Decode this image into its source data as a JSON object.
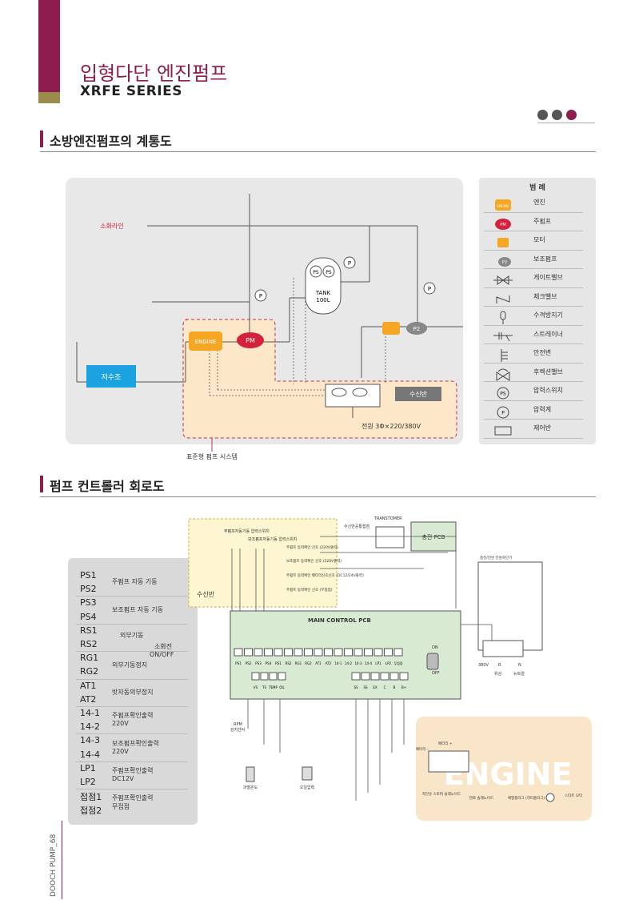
{
  "header": {
    "title_kr": "입형다단 엔진펌프",
    "title_en": "XRFE SERIES"
  },
  "colors": {
    "accent": "#8c1d4e",
    "gold": "#9a8d4c",
    "dot_gray": "#555555"
  },
  "section1": {
    "title": "소방엔진펌프의 계통도"
  },
  "diagram1": {
    "fire_line": "소화라인",
    "water_tank": "저수조",
    "engine": "ENGINE",
    "pm": "PM",
    "tank_line1": "TANK",
    "tank_line2": "100L",
    "ps": "PS",
    "p": "P",
    "p2": "P2",
    "receiver": "수신반",
    "power": "전원 3Φ×220/380V",
    "standard_label": "표준형 펌프 시스템"
  },
  "legend": {
    "title": "범 례",
    "items": [
      {
        "label": "엔진",
        "icon": "engine-icon",
        "text": "ENGINE"
      },
      {
        "label": "주펌프",
        "icon": "main-pump-icon",
        "text": "PM"
      },
      {
        "label": "모터",
        "icon": "motor-icon",
        "text": ""
      },
      {
        "label": "보조펌프",
        "icon": "aux-pump-icon",
        "text": "P2"
      },
      {
        "label": "게이트밸브",
        "icon": "gate-valve-icon",
        "text": ""
      },
      {
        "label": "체크밸브",
        "icon": "check-valve-icon",
        "text": ""
      },
      {
        "label": "수격방지기",
        "icon": "water-hammer-arrestor-icon",
        "text": ""
      },
      {
        "label": "스트레이너",
        "icon": "strainer-icon",
        "text": ""
      },
      {
        "label": "안전변",
        "icon": "safety-valve-icon",
        "text": ""
      },
      {
        "label": "후렉션밸브",
        "icon": "flexion-valve-icon",
        "text": ""
      },
      {
        "label": "압력스위치",
        "icon": "pressure-switch-icon",
        "text": "PS"
      },
      {
        "label": "압력계",
        "icon": "pressure-gauge-icon",
        "text": "P"
      },
      {
        "label": "제어반",
        "icon": "control-panel-icon",
        "text": ""
      }
    ]
  },
  "section2": {
    "title": "펌프 컨트롤러 회로도"
  },
  "table": {
    "rows": [
      {
        "code": "PS1"
      },
      {
        "code": "PS2"
      },
      {
        "code": "PS3"
      },
      {
        "code": "PS4"
      },
      {
        "code": "RS1"
      },
      {
        "code": "RS2"
      },
      {
        "code": "RG1"
      },
      {
        "code": "RG2"
      },
      {
        "code": "AT1"
      },
      {
        "code": "AT2"
      },
      {
        "code": "14-1"
      },
      {
        "code": "14-2"
      },
      {
        "code": "14-3"
      },
      {
        "code": "14-4"
      },
      {
        "code": "LP1"
      },
      {
        "code": "LP2"
      },
      {
        "code": "접점1"
      },
      {
        "code": "접점2"
      }
    ],
    "desc": {
      "ps12": "주펌프 자동 기동",
      "ps34": "보조펌프 자동 기동",
      "rs": "외부기동",
      "rg": "외부기동정지",
      "fire_onoff_1": "소화전",
      "fire_onoff_2": "ON/OFF",
      "at": "밧자동의부정지",
      "d141_1": "주펌프확인출력",
      "d141_2": "220V",
      "d143_1": "보조펌프확인출력",
      "d143_2": "220V",
      "lp_1": "주펌프확인출력",
      "lp_2": "DC12V",
      "cp_1": "주펌프확인출력",
      "cp_2": "무접점"
    }
  },
  "circuit": {
    "receiver": "수신반",
    "main_pcb": "MAIN CONTROL PCB",
    "charge_pcb": "충전 PCB",
    "transformer": "TRANSTOMER",
    "receiver_power": "수신반공통접점",
    "main_pressure": "주펌프자동기동 압력스위치",
    "aux_pressure": "보조펌프자동기동 압력스위치",
    "sig1": "주펌프 동력확인 신호 (220V출력)",
    "sig2": "보조펌프 동력확인 신호 (220V출력)",
    "sig3": "주펌프 동력확인 배터리신호신호 (DC12/24V출력)",
    "sig4": "주펌프 동력확인 신호 (무접점)",
    "terminals_top": [
      "PS1",
      "PS2",
      "PS3",
      "PS4",
      "RS1",
      "RS2",
      "RG1",
      "RG2",
      "AT1",
      "AT2",
      "14-1",
      "14-2",
      "14-3",
      "14-4",
      "LP1",
      "LP2",
      "무접점"
    ],
    "terminals_bottom_left": [
      "VS",
      "TS",
      "TEMP",
      "OIL"
    ],
    "terminals_bottom_right": [
      "SS",
      "SS",
      "EX",
      "C",
      "B",
      "B+"
    ],
    "on": "ON",
    "off": "OFF",
    "power_380": "380V",
    "r": "R",
    "n": "N",
    "phase_r": "위상",
    "phase_n": "뉴트럴",
    "breaker": "충전/전면 전원차단기",
    "rpm_sensor_1": "RPM",
    "rpm_sensor_2": "감지센서",
    "coolant_temp": "과열온도",
    "oil_pressure": "오일압력",
    "battery_minus": "배터리 -",
    "battery_plus": "배터리 +",
    "fuel_solenoid": "차단유 스토퍼 솔레노이드",
    "start_sol": "연료 솔레노이드",
    "glow": "예열플러그 (히터플러그)",
    "starter": "스타트 모터",
    "engine_watermark": "ENGINE"
  },
  "footer": {
    "text": "DOOCH PUMP_68"
  }
}
